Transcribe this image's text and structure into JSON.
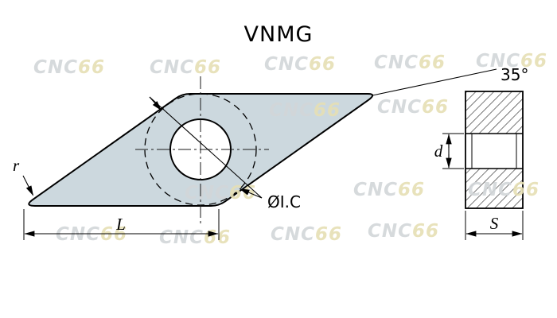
{
  "title": "VNMG",
  "watermark": {
    "part1": "CNC",
    "part2": "66"
  },
  "colors": {
    "insert_fill": "#ccd8de"
  },
  "top_view": {
    "angle_label": "35°",
    "hole_label": "ØI.C",
    "length_label": "L",
    "radius_label": "r"
  },
  "side_view": {
    "hole_diameter_label": "d",
    "thickness_label": "S"
  }
}
